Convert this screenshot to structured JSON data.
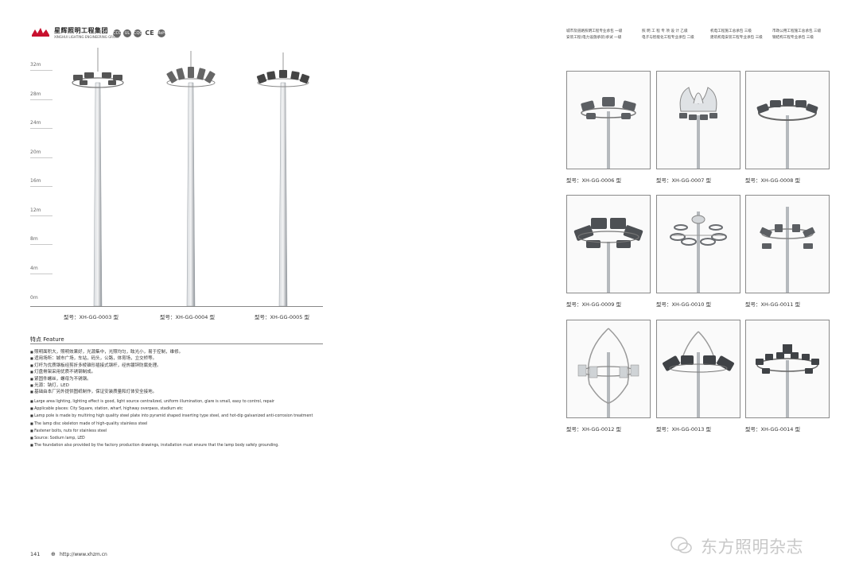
{
  "header": {
    "company_cn": "星辉照明工程集团",
    "company_en": "XINGHUI LIGHTING ENGINEERING GROUP",
    "certs": [
      "CCC",
      "UL",
      "CQC",
      "CE",
      "RoHS"
    ],
    "qualifications": [
      [
        "城市及道路照明工程专业承包 一级",
        "安装工程(电力设施承装)承试 一级"
      ],
      [
        "照 明 工 程 专 项 设 计 乙级",
        "电子与智能化工程专业承包 二级"
      ],
      [
        "机电工程施工总承包 三级",
        "建筑机电安装工程专业承包 三级"
      ],
      [
        "市政公用工程施工总承包 三级",
        "钢结构工程专业承包 三级"
      ]
    ]
  },
  "scale": [
    "32m",
    "28m",
    "24m",
    "20m",
    "16m",
    "12m",
    "8m",
    "4m",
    "0m"
  ],
  "left_models": [
    "型号：XH-GG-0003 型",
    "型号：XH-GG-0004 型",
    "型号：XH-GG-0005 型"
  ],
  "features": {
    "title": "特点 Feature",
    "cn": [
      "照明面积大，照明效果好，光源集中，光照均匀，眩光小，易于控制，维修。",
      "适用场所：城市广场，车站，码头，公路，体育场，立交桥等。",
      "灯杆为优质钢板经剪折多棱锥形插接式钢杆，经热镀锌防腐处理。",
      "灯盘骨架采用优质不锈钢制成。",
      "紧固件螺丝，螺母为不锈钢。",
      "光源：钠灯，LED",
      "基础由本厂另外提供图纸制作，保证安装质量和灯体安全接地。"
    ],
    "en": [
      "Large area lighting, lighting effect is good, light source centralized, uniform illumination, glare is small, easy to control, repair",
      "Applicable places: City Square, station, wharf, highway overpass, stadium etc",
      "Lamp pole is made by multiring high quality steel plate into pyramid shaped inserting type steel, and hot-dip galvanized anti-corrosion treatment",
      "The lamp disc skeleton made of high-quality stainless steel",
      "Fastener bolts, nuts for stainless steel",
      "Source: Sodium lamp, LED",
      "The foundation also provided by the factory production drawings, installation must ensure that the lamp body safely grounding."
    ]
  },
  "right_models": [
    "型号：XH-GG-0006 型",
    "型号：XH-GG-0007 型",
    "型号：XH-GG-0008 型",
    "型号：XH-GG-0009 型",
    "型号：XH-GG-0010 型",
    "型号：XH-GG-0011 型",
    "型号：XH-GG-0012 型",
    "型号：XH-GG-0013 型",
    "型号：XH-GG-0014 型"
  ],
  "footer": {
    "page": "141",
    "url": "http://www.xhzm.cn"
  },
  "watermark": {
    "text": "东方照明杂志"
  },
  "colors": {
    "accent_red": "#c8102e",
    "pole": "#9aa0a6",
    "frame": "#8a8a8a"
  }
}
